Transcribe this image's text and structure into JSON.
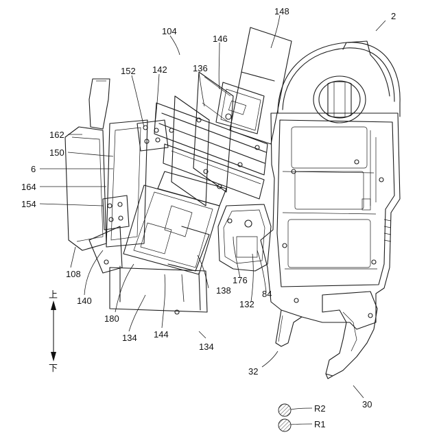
{
  "labels": {
    "n148": "148",
    "n2": "2",
    "n104": "104",
    "n146": "146",
    "n152": "152",
    "n142": "142",
    "n136": "136",
    "n162": "162",
    "n150": "150",
    "n6": "6",
    "n164": "164",
    "n154": "154",
    "n108": "108",
    "n140": "140",
    "n180": "180",
    "n134a": "134",
    "n144": "144",
    "n134b": "134",
    "n138": "138",
    "n176": "176",
    "n132": "132",
    "n84": "84",
    "n32": "32",
    "n30": "30"
  },
  "direction": {
    "up": "上",
    "down": "下"
  },
  "legend": {
    "r2": "R2",
    "r1": "R1"
  }
}
